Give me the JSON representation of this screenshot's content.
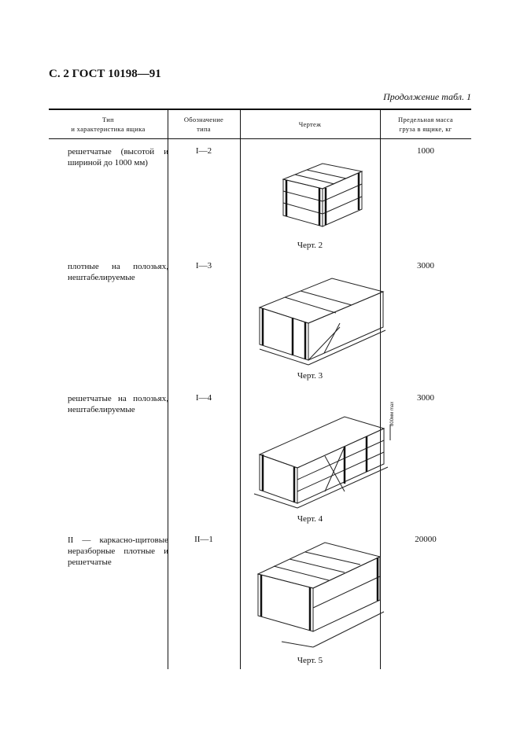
{
  "header": {
    "page_title": "С. 2 ГОСТ 10198—91",
    "continuation": "Продолжение табл. 1"
  },
  "table": {
    "columns": [
      {
        "line1": "Тип",
        "line2": "и характеристика ящика"
      },
      {
        "line1": "Обозначение",
        "line2": "типа"
      },
      {
        "line1": "Чертеж",
        "line2": ""
      },
      {
        "line1": "Предельная масса",
        "line2": "груза в ящике, кг"
      }
    ],
    "rows": [
      {
        "description": "решетчатые (высотой и шириной до 1000 мм)",
        "code": "I—2",
        "caption": "Черт. 2",
        "mass": "1000"
      },
      {
        "description": "плотные на полозьях, нештабелируемые",
        "code": "I—3",
        "caption": "Черт. 3",
        "mass": "3000"
      },
      {
        "description": "решетчатые на полозьях, нештабелируемые",
        "code": "I—4",
        "caption": "Черт. 4",
        "mass": "3000",
        "annotation": "800мм max"
      },
      {
        "description": "II — каркасно-щитовые неразборные плотные и решетчатые",
        "code": "II—1",
        "caption": "Черт. 5",
        "mass": "20000"
      }
    ]
  }
}
